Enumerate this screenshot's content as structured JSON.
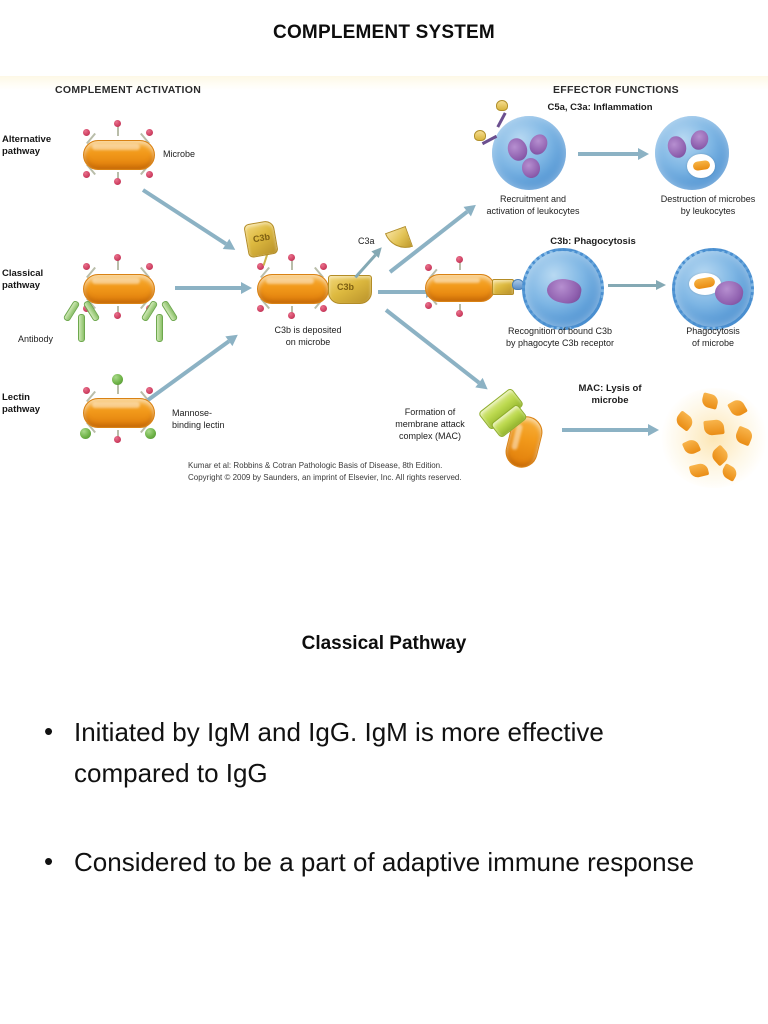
{
  "slide": {
    "title": "COMPLEMENT SYSTEM",
    "section_title": "Classical Pathway",
    "bullet_marker": "•",
    "bullets": [
      "Initiated by IgM and IgG. IgM is more effective compared to IgG",
      "Considered to be a part of adaptive immune response"
    ]
  },
  "figure": {
    "headings": {
      "left": "COMPLEMENT ACTIVATION",
      "right": "EFFECTOR FUNCTIONS"
    },
    "pathways": [
      {
        "name": "Alternative\npathway",
        "line1": "Alternative",
        "line2": "pathway"
      },
      {
        "name": "Classical\npathway",
        "line1": "Classical",
        "line2": "pathway"
      },
      {
        "name": "Lectin\npathway",
        "line1": "Lectin",
        "line2": "pathway"
      }
    ],
    "labels": {
      "microbe": "Microbe",
      "antibody": "Antibody",
      "mbl_line1": "Mannose-",
      "mbl_line2": "binding lectin",
      "c3b_tag": "C3b",
      "c3b_tag2": "C3b",
      "c3a_tag": "C3a",
      "deposit_line1": "C3b is deposited",
      "deposit_line2": "on microbe",
      "mac_line1": "Formation of",
      "mac_line2": "membrane attack",
      "mac_line3": "complex (MAC)"
    },
    "effectors": [
      {
        "heading": "C5a, C3a: Inflammation",
        "left_caption_line1": "Recruitment and",
        "left_caption_line2": "activation of leukocytes",
        "right_caption_line1": "Destruction of microbes",
        "right_caption_line2": "by leukocytes"
      },
      {
        "heading": "C3b: Phagocytosis",
        "left_caption_line1": "Recognition of bound C3b",
        "left_caption_line2": "by phagocyte C3b receptor",
        "right_caption_line1": "Phagocytosis",
        "right_caption_line2": "of microbe"
      },
      {
        "heading_line1": "MAC: Lysis of",
        "heading_line2": "microbe"
      }
    ],
    "credit": {
      "line1": "Kumar et al: Robbins & Cotran Pathologic Basis of Disease, 8th Edition.",
      "line2": "Copyright © 2009 by Saunders, an imprint of Elsevier, Inc. All rights reserved."
    },
    "colors": {
      "microbe_orange": "#f29a1b",
      "spike_knob_red": "#cf4062",
      "antibody_green": "#8dc26a",
      "lectin_green": "#6fb348",
      "arrow_blue": "#8cb2c4",
      "c3_gold": "#ddb93f",
      "cell_blue": "#4a8fd0",
      "nucleus_purple": "#8e5fae",
      "mac_green": "#bcd94f"
    }
  }
}
